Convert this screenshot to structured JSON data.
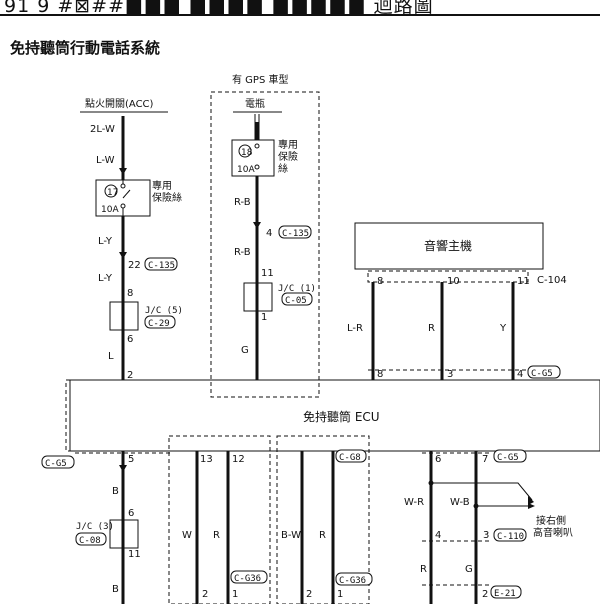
{
  "header": {
    "text": "91 9 #⊠##■■■ ■■■■ ■■■■■ 迴路圖"
  },
  "title": "免持聽筒行動電話系統",
  "labels": {
    "ignition_switch": "點火開關(ACC)",
    "gps_model": "有 GPS 車型",
    "battery": "電瓶",
    "audio_unit": "音響主機",
    "ecu": "免持聽筒 ECU",
    "dedicated_fuse": "專用保險絲",
    "rear_speaker": "接右側高音喇叭"
  },
  "fuses": [
    {
      "number": "17",
      "rating": "10A"
    },
    {
      "number": "18",
      "rating": "10A"
    }
  ],
  "wire_colors": [
    "2L-W",
    "L-W",
    "L-Y",
    "L-Y",
    "L",
    "R-B",
    "R-B",
    "G",
    "L-R",
    "R",
    "Y",
    "B",
    "B",
    "W",
    "R",
    "B-W",
    "R",
    "W-R",
    "W-B",
    "R",
    "G"
  ],
  "pins": [
    "22",
    "8",
    "6",
    "2",
    "4",
    "11",
    "1",
    "8",
    "10",
    "11",
    "8",
    "3",
    "4",
    "5",
    "6",
    "11",
    "13",
    "12",
    "2",
    "1",
    "2",
    "1",
    "6",
    "7",
    "4",
    "3",
    "2"
  ],
  "connectors": [
    "C-135",
    "C-135",
    "C-29",
    "C-05",
    "C-104",
    "C-G5",
    "C-G5",
    "C-G8",
    "C-G5",
    "C-08",
    "C-G36",
    "C-G36",
    "C-110",
    "E-21"
  ],
  "junctions": [
    "J/C (5)",
    "J/C (1)",
    "J/C (3)"
  ]
}
